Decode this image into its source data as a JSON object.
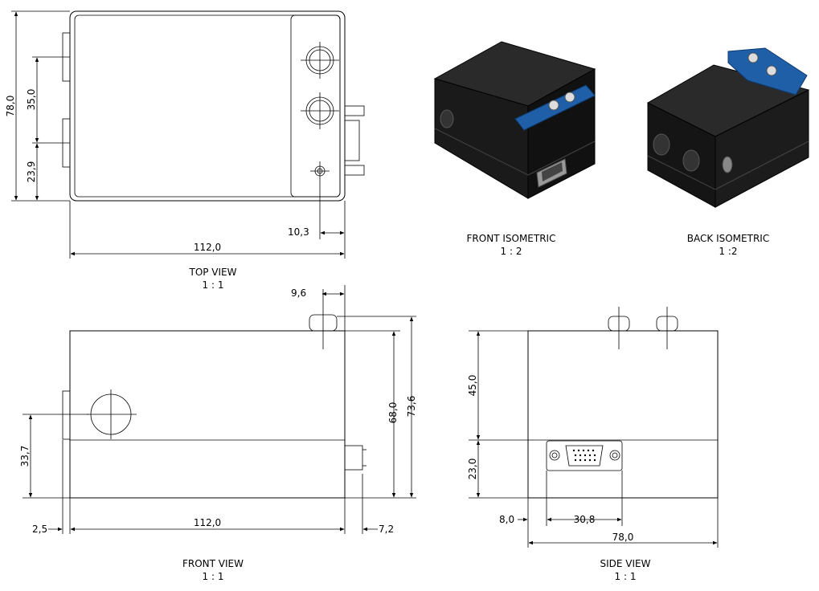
{
  "views": {
    "top": {
      "name": "TOP VIEW",
      "scale": "1 : 1"
    },
    "front_iso": {
      "name": "FRONT ISOMETRIC",
      "scale": "1 : 2"
    },
    "back_iso": {
      "name": "BACK ISOMETRIC",
      "scale": "1 :2"
    },
    "front": {
      "name": "FRONT VIEW",
      "scale": "1 : 1"
    },
    "side": {
      "name": "SIDE VIEW",
      "scale": "1 : 1"
    }
  },
  "dimensions": {
    "top_height": "78,0",
    "top_35": "35,0",
    "top_23_9": "23,9",
    "top_10_3": "10,3",
    "top_width": "112,0",
    "front_9_6": "9,6",
    "front_68": "68,0",
    "front_73_6": "73,6",
    "front_33_7": "33,7",
    "front_2_5": "2,5",
    "front_width": "112,0",
    "front_7_2": "7,2",
    "side_45": "45,0",
    "side_23": "23,0",
    "side_8": "8,0",
    "side_30_8": "30,8",
    "side_width": "78,0"
  },
  "colors": {
    "line": "#000000",
    "body_dark": "#1b1b1b",
    "panel_blue": "#1f5fa8"
  }
}
